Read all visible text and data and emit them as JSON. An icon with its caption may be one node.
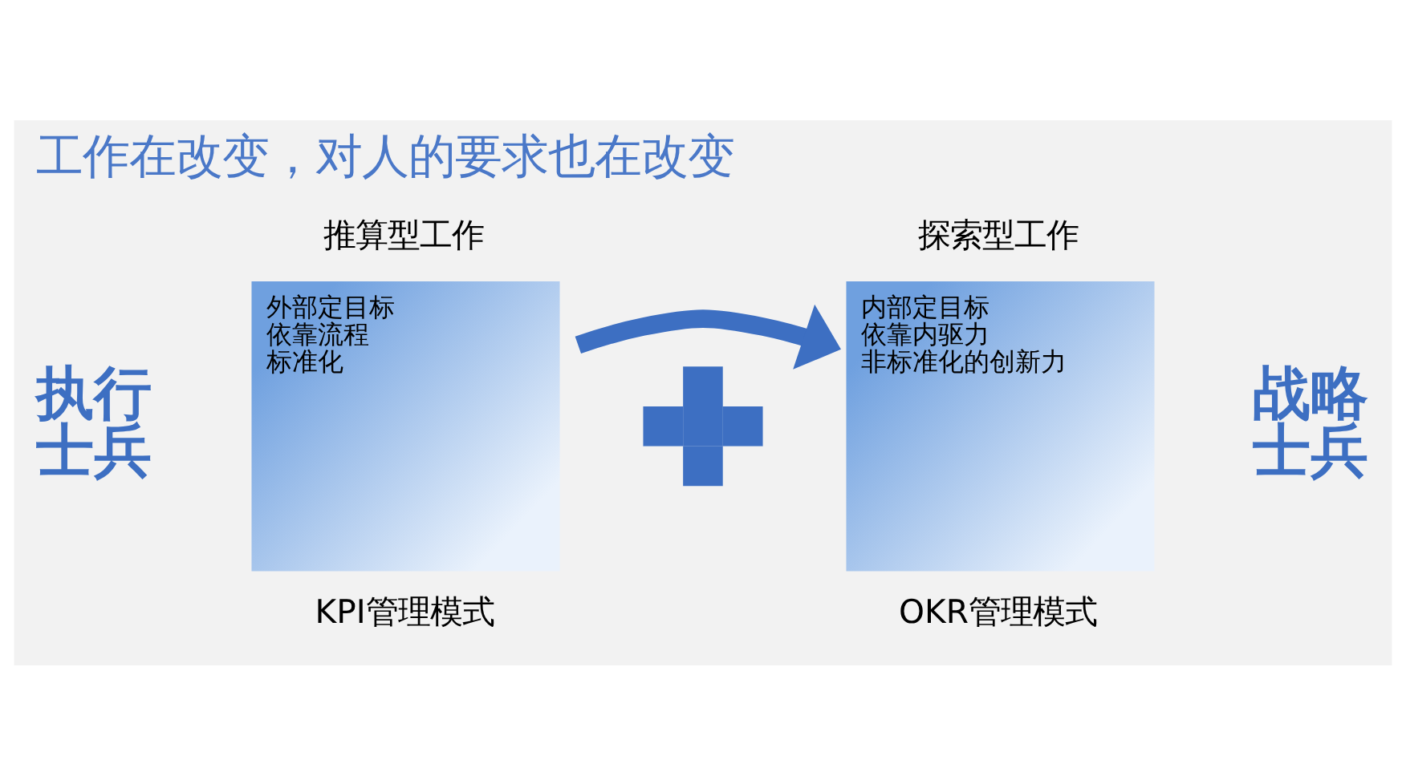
{
  "diagram": {
    "title": "工作在改变，对人的要求也在改变",
    "nodes": [
      {
        "text": [
          "推算型工作",
          "外部定目标",
          "依靠流程",
          "标准化",
          "KPI管理模式"
        ]
      },
      {
        "text": [
          "探索型工作",
          "内部定目标",
          "依靠内驱力",
          "非标准化的创新力",
          "OKR管理模式"
        ]
      },
      {
        "text": [],
        "shape": "plus"
      }
    ],
    "edges": [
      {
        "from": 0,
        "to": 1,
        "arrow": "to"
      }
    ],
    "labels": [
      "执行士兵",
      "战略士兵"
    ]
  }
}
